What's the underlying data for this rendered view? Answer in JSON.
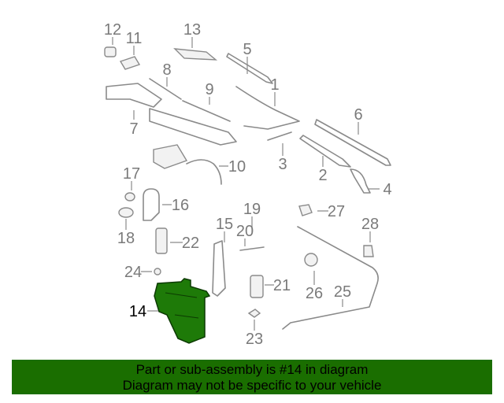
{
  "diagram": {
    "highlight_part": "14",
    "callouts": [
      "12",
      "11",
      "13",
      "5",
      "8",
      "9",
      "1",
      "6",
      "7",
      "3",
      "10",
      "2",
      "4",
      "17",
      "16",
      "27",
      "19",
      "15",
      "20",
      "28",
      "18",
      "22",
      "24",
      "21",
      "26",
      "25",
      "14",
      "23"
    ]
  },
  "banner": {
    "line1": "Part or sub-assembly is #14 in diagram",
    "line2": "Diagram may not be specific to your vehicle",
    "color": "#1a6e00"
  }
}
